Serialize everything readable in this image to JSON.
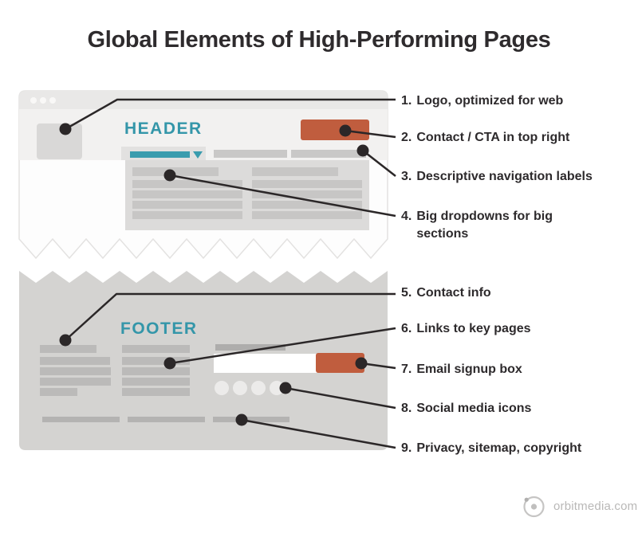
{
  "title": "Global Elements of High-Performing Pages",
  "mockup": {
    "header_label": "HEADER",
    "footer_label": "FOOTER",
    "browser_dot_count": 3,
    "social_icon_count": 4
  },
  "annotations": [
    {
      "number": "1.",
      "text": "Logo, optimized for web"
    },
    {
      "number": "2.",
      "text": "Contact / CTA in top right"
    },
    {
      "number": "3.",
      "text": "Descriptive navigation labels"
    },
    {
      "number": "4.",
      "text": "Big dropdowns for big sections"
    },
    {
      "number": "5.",
      "text": "Contact info"
    },
    {
      "number": "6.",
      "text": "Links to key pages"
    },
    {
      "number": "7.",
      "text": "Email signup box"
    },
    {
      "number": "8.",
      "text": "Social media icons"
    },
    {
      "number": "9.",
      "text": "Privacy, sitemap, copyright"
    }
  ],
  "branding": {
    "site_label": "orbitmedia.com"
  },
  "colors": {
    "teal": "#3496a9",
    "rust": "#c05d3e",
    "ink": "#2e2b2d",
    "connector": "#2b2728",
    "browser_chrome": "#e9e8e7",
    "header_band": "#f2f1f0",
    "footer_gray": "#d4d3d1"
  }
}
